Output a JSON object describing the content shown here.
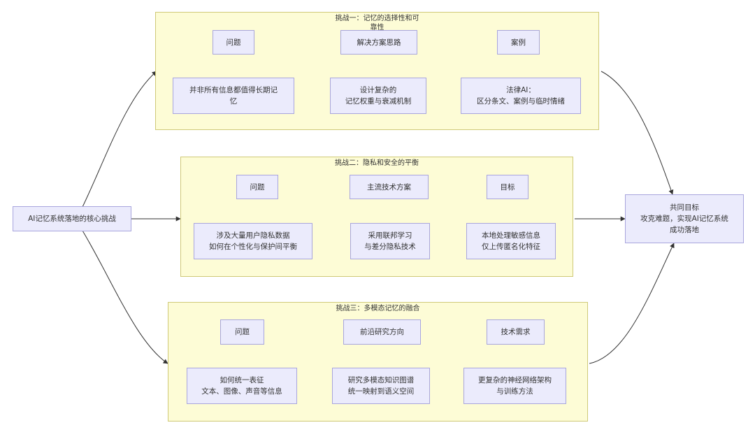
{
  "core": {
    "label": "AI记忆系统落地的核心挑战"
  },
  "goal": {
    "label": "共同目标\n攻克难题，实现AI记忆系统\n成功落地"
  },
  "clusters": [
    {
      "title": "挑战一：记忆的选择性和可\n靠性",
      "top_row": [
        "问题",
        "解决方案思路",
        "案例"
      ],
      "bottom_row": [
        "并非所有信息都值得长期记\n忆",
        "设计复杂的\n记忆权重与衰减机制",
        "法律AI：\n区分条文、案例与临时情绪"
      ]
    },
    {
      "title": "挑战二：隐私和安全的平衡",
      "top_row": [
        "问题",
        "主流技术方案",
        "目标"
      ],
      "bottom_row": [
        "涉及大量用户隐私数据\n如何在个性化与保护间平衡",
        "采用联邦学习\n与差分隐私技术",
        "本地处理敏感信息\n仅上传匿名化特征"
      ]
    },
    {
      "title": "挑战三：多模态记忆的融合",
      "top_row": [
        "问题",
        "前沿研究方向",
        "技术需求"
      ],
      "bottom_row": [
        "如何统一表征\n文本、图像、声音等信息",
        "研究多模态知识图谱\n统一映射到语义空间",
        "更复杂的神经网络架构\n与训练方法"
      ]
    }
  ]
}
